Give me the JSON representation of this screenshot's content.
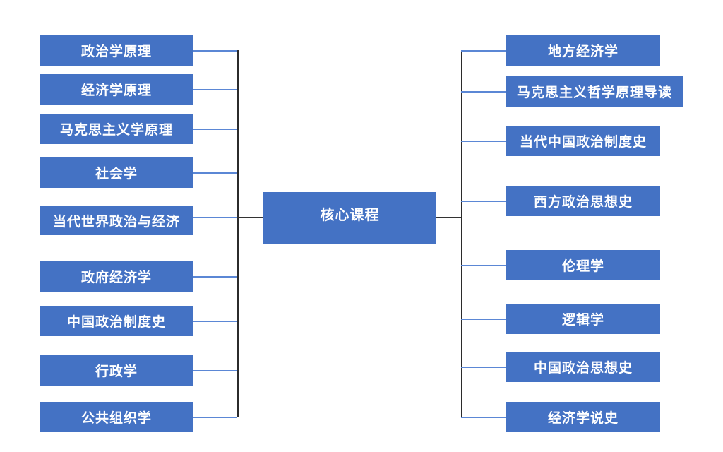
{
  "diagram": {
    "title_node": {
      "label": "核心课程"
    },
    "left_nodes": [
      {
        "label": "政治学原理"
      },
      {
        "label": "经济学原理"
      },
      {
        "label": "马克思主义学原理"
      },
      {
        "label": "社会学"
      },
      {
        "label": "当代世界政治与经济"
      },
      {
        "label": "政府经济学"
      },
      {
        "label": "中国政治制度史"
      },
      {
        "label": "行政学"
      },
      {
        "label": "公共组织学"
      }
    ],
    "right_nodes": [
      {
        "label": "地方经济学"
      },
      {
        "label": "马克思主义哲学原理导读"
      },
      {
        "label": "当代中国政治制度史"
      },
      {
        "label": "西方政治思想史"
      },
      {
        "label": "伦理学"
      },
      {
        "label": "逻辑学"
      },
      {
        "label": "中国政治思想史"
      },
      {
        "label": "经济学说史"
      }
    ],
    "colors": {
      "node_fill": "#4472C4",
      "node_text": "#FFFFFF",
      "connector_blue": "#5B87D5",
      "connector_dark": "#333333",
      "background": "#FFFFFF"
    }
  }
}
